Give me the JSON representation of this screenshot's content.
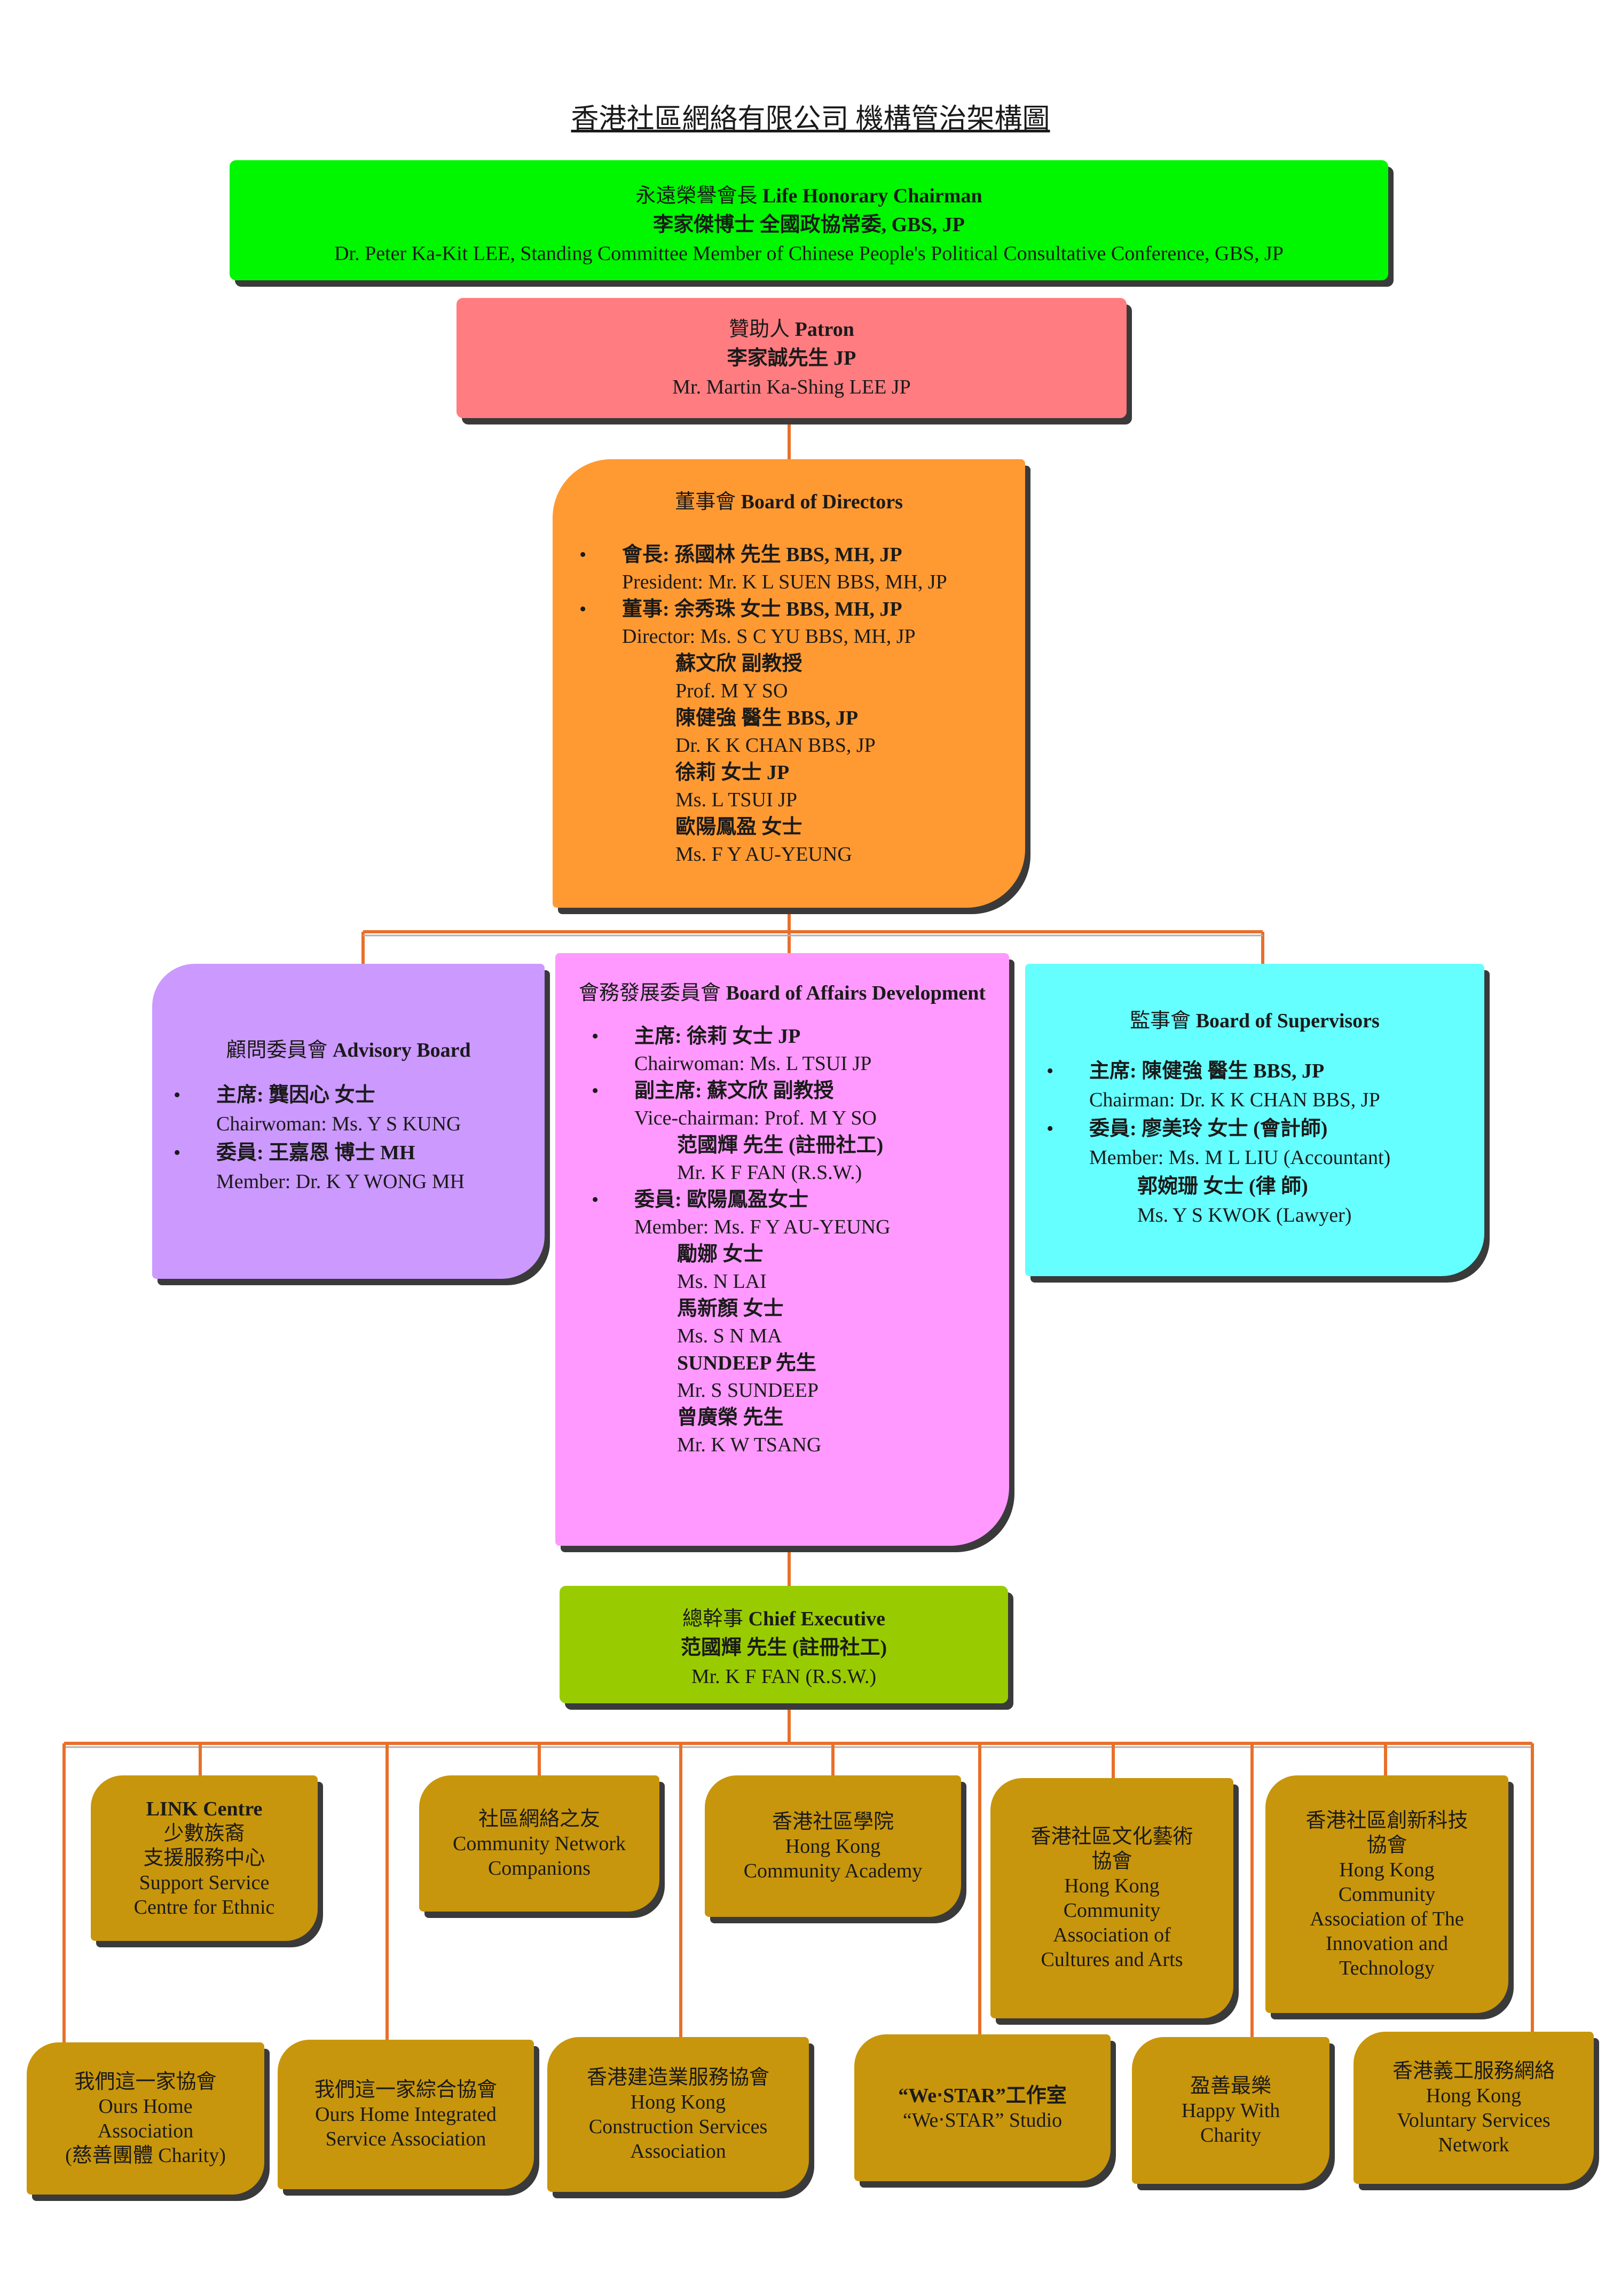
{
  "title": "香港社區網絡有限公司 機構管治架構圖",
  "chairman": {
    "role_zh": "永遠榮譽會長",
    "role_en": "Life Honorary Chairman",
    "name_zh": "李家傑博士 全國政協常委, GBS, JP",
    "name_en": "Dr. Peter Ka-Kit LEE, Standing Committee Member of Chinese People's Political Consultative Conference, GBS, JP"
  },
  "patron": {
    "role_zh": "贊助人",
    "role_en": "Patron",
    "name_zh": "李家誠先生 JP",
    "name_en": "Mr. Martin Ka-Shing LEE JP"
  },
  "board": {
    "title_zh": "董事會",
    "title_en": "Board of Directors",
    "bullet": "•",
    "president_zh": "會長: 孫國林 先生 BBS, MH, JP",
    "president_en": "President: Mr. K L SUEN BBS, MH, JP",
    "directors_zh": "董事: 余秀珠 女士 BBS, MH, JP",
    "directors_en": "Director: Ms. S C YU BBS, MH, JP",
    "d1_zh": "蘇文欣 副教授",
    "d1_en": "Prof. M Y SO",
    "d2_zh": "陳健強 醫生 BBS, JP",
    "d2_en": "Dr. K K CHAN BBS, JP",
    "d3_zh": "徐莉 女士 JP",
    "d3_en": "Ms. L TSUI JP",
    "d4_zh": "歐陽鳳盈 女士",
    "d4_en": "Ms. F Y AU-YEUNG"
  },
  "advisory": {
    "title_zh": "顧問委員會",
    "title_en": "Advisory Board",
    "bullet": "•",
    "chair_zh": "主席: 龔因心 女士",
    "chair_en": "Chairwoman: Ms. Y S KUNG",
    "member_zh": "委員: 王嘉恩 博士 MH",
    "member_en": "Member: Dr. K Y WONG MH"
  },
  "affairs": {
    "title_zh": "會務發展委員會",
    "title_en": "Board of Affairs Development",
    "bullet": "•",
    "chair_zh": "主席: 徐莉 女士 JP",
    "chair_en": "Chairwoman: Ms. L TSUI JP",
    "vice_zh": "副主席: 蘇文欣 副教授",
    "vice_en": "Vice-chairman: Prof. M Y SO",
    "v2_zh": "范國輝 先生 (註冊社工)",
    "v2_en": "Mr. K F FAN (R.S.W.)",
    "member_zh": "委員: 歐陽鳳盈女士",
    "member_en": "Member: Ms. F Y AU-YEUNG",
    "m1_zh": "勵娜 女士",
    "m1_en": "Ms. N LAI",
    "m2_zh": "馬新顏 女士",
    "m2_en": "Ms. S N MA",
    "m3_zh": "SUNDEEP 先生",
    "m3_en": "Mr. S SUNDEEP",
    "m4_zh": "曾廣榮 先生",
    "m4_en": "Mr. K W TSANG"
  },
  "supervisors": {
    "title_zh": "監事會",
    "title_en": "Board of Supervisors",
    "bullet": "•",
    "chair_zh": "主席: 陳健強 醫生 BBS, JP",
    "chair_en": "Chairman: Dr. K K CHAN BBS, JP",
    "member_zh": "委員: 廖美玲 女士 (會計師)",
    "member_en": "Member: Ms. M L LIU (Accountant)",
    "m2_zh": "郭婉珊 女士 (律 師)",
    "m2_en": "Ms. Y S KWOK (Lawyer)"
  },
  "chief": {
    "title_zh": "總幹事",
    "title_en": "Chief Executive",
    "name_zh": "范國輝 先生 (註冊社工)",
    "name_en": "Mr. K F FAN (R.S.W.)"
  },
  "units": {
    "link": {
      "l1": "LINK Centre",
      "l2": "少數族裔",
      "l3": "支援服務中心",
      "l4": "Support Service",
      "l5": "Centre for Ethnic"
    },
    "companions": {
      "l1": "社區網絡之友",
      "l2": "Community Network",
      "l3": "Companions"
    },
    "academy": {
      "l1": "香港社區學院",
      "l2": "Hong Kong",
      "l3": "Community Academy"
    },
    "culture": {
      "l1": "香港社區文化藝術",
      "l2": "協會",
      "l3": "Hong Kong",
      "l4": "Community",
      "l5": "Association of",
      "l6": "Cultures and Arts"
    },
    "innov": {
      "l1": "香港社區創新科技",
      "l2": "協會",
      "l3": "Hong Kong",
      "l4": "Community",
      "l5": "Association of The",
      "l6": "Innovation and",
      "l7": "Technology"
    },
    "ours": {
      "l1": "我們這一家協會",
      "l2": "Ours Home",
      "l3": "Association",
      "l4": "(慈善團體 Charity)"
    },
    "integrated": {
      "l1": "我們這一家綜合協會",
      "l2": "Ours Home Integrated",
      "l3": "Service Association"
    },
    "construction": {
      "l1": "香港建造業服務協會",
      "l2": "Hong Kong",
      "l3": "Construction Services",
      "l4": "Association"
    },
    "westar": {
      "l1": "“We‧STAR”工作室",
      "l2": "“We‧STAR” Studio"
    },
    "charity": {
      "l1": "盈善最樂",
      "l2": "Happy With",
      "l3": "Charity"
    },
    "volunteer": {
      "l1": "香港義工服務網絡",
      "l2": "Hong Kong",
      "l3": "Voluntary Services",
      "l4": "Network"
    }
  },
  "colors": {
    "chairman": "#00f700",
    "patron": "#ff7c80",
    "board": "#ff9a33",
    "advisory": "#cc99ff",
    "affairs": "#ff99ff",
    "supervisors": "#66ffff",
    "chief": "#99cc00",
    "units": "#c8960c",
    "connector": "#e8702a"
  }
}
